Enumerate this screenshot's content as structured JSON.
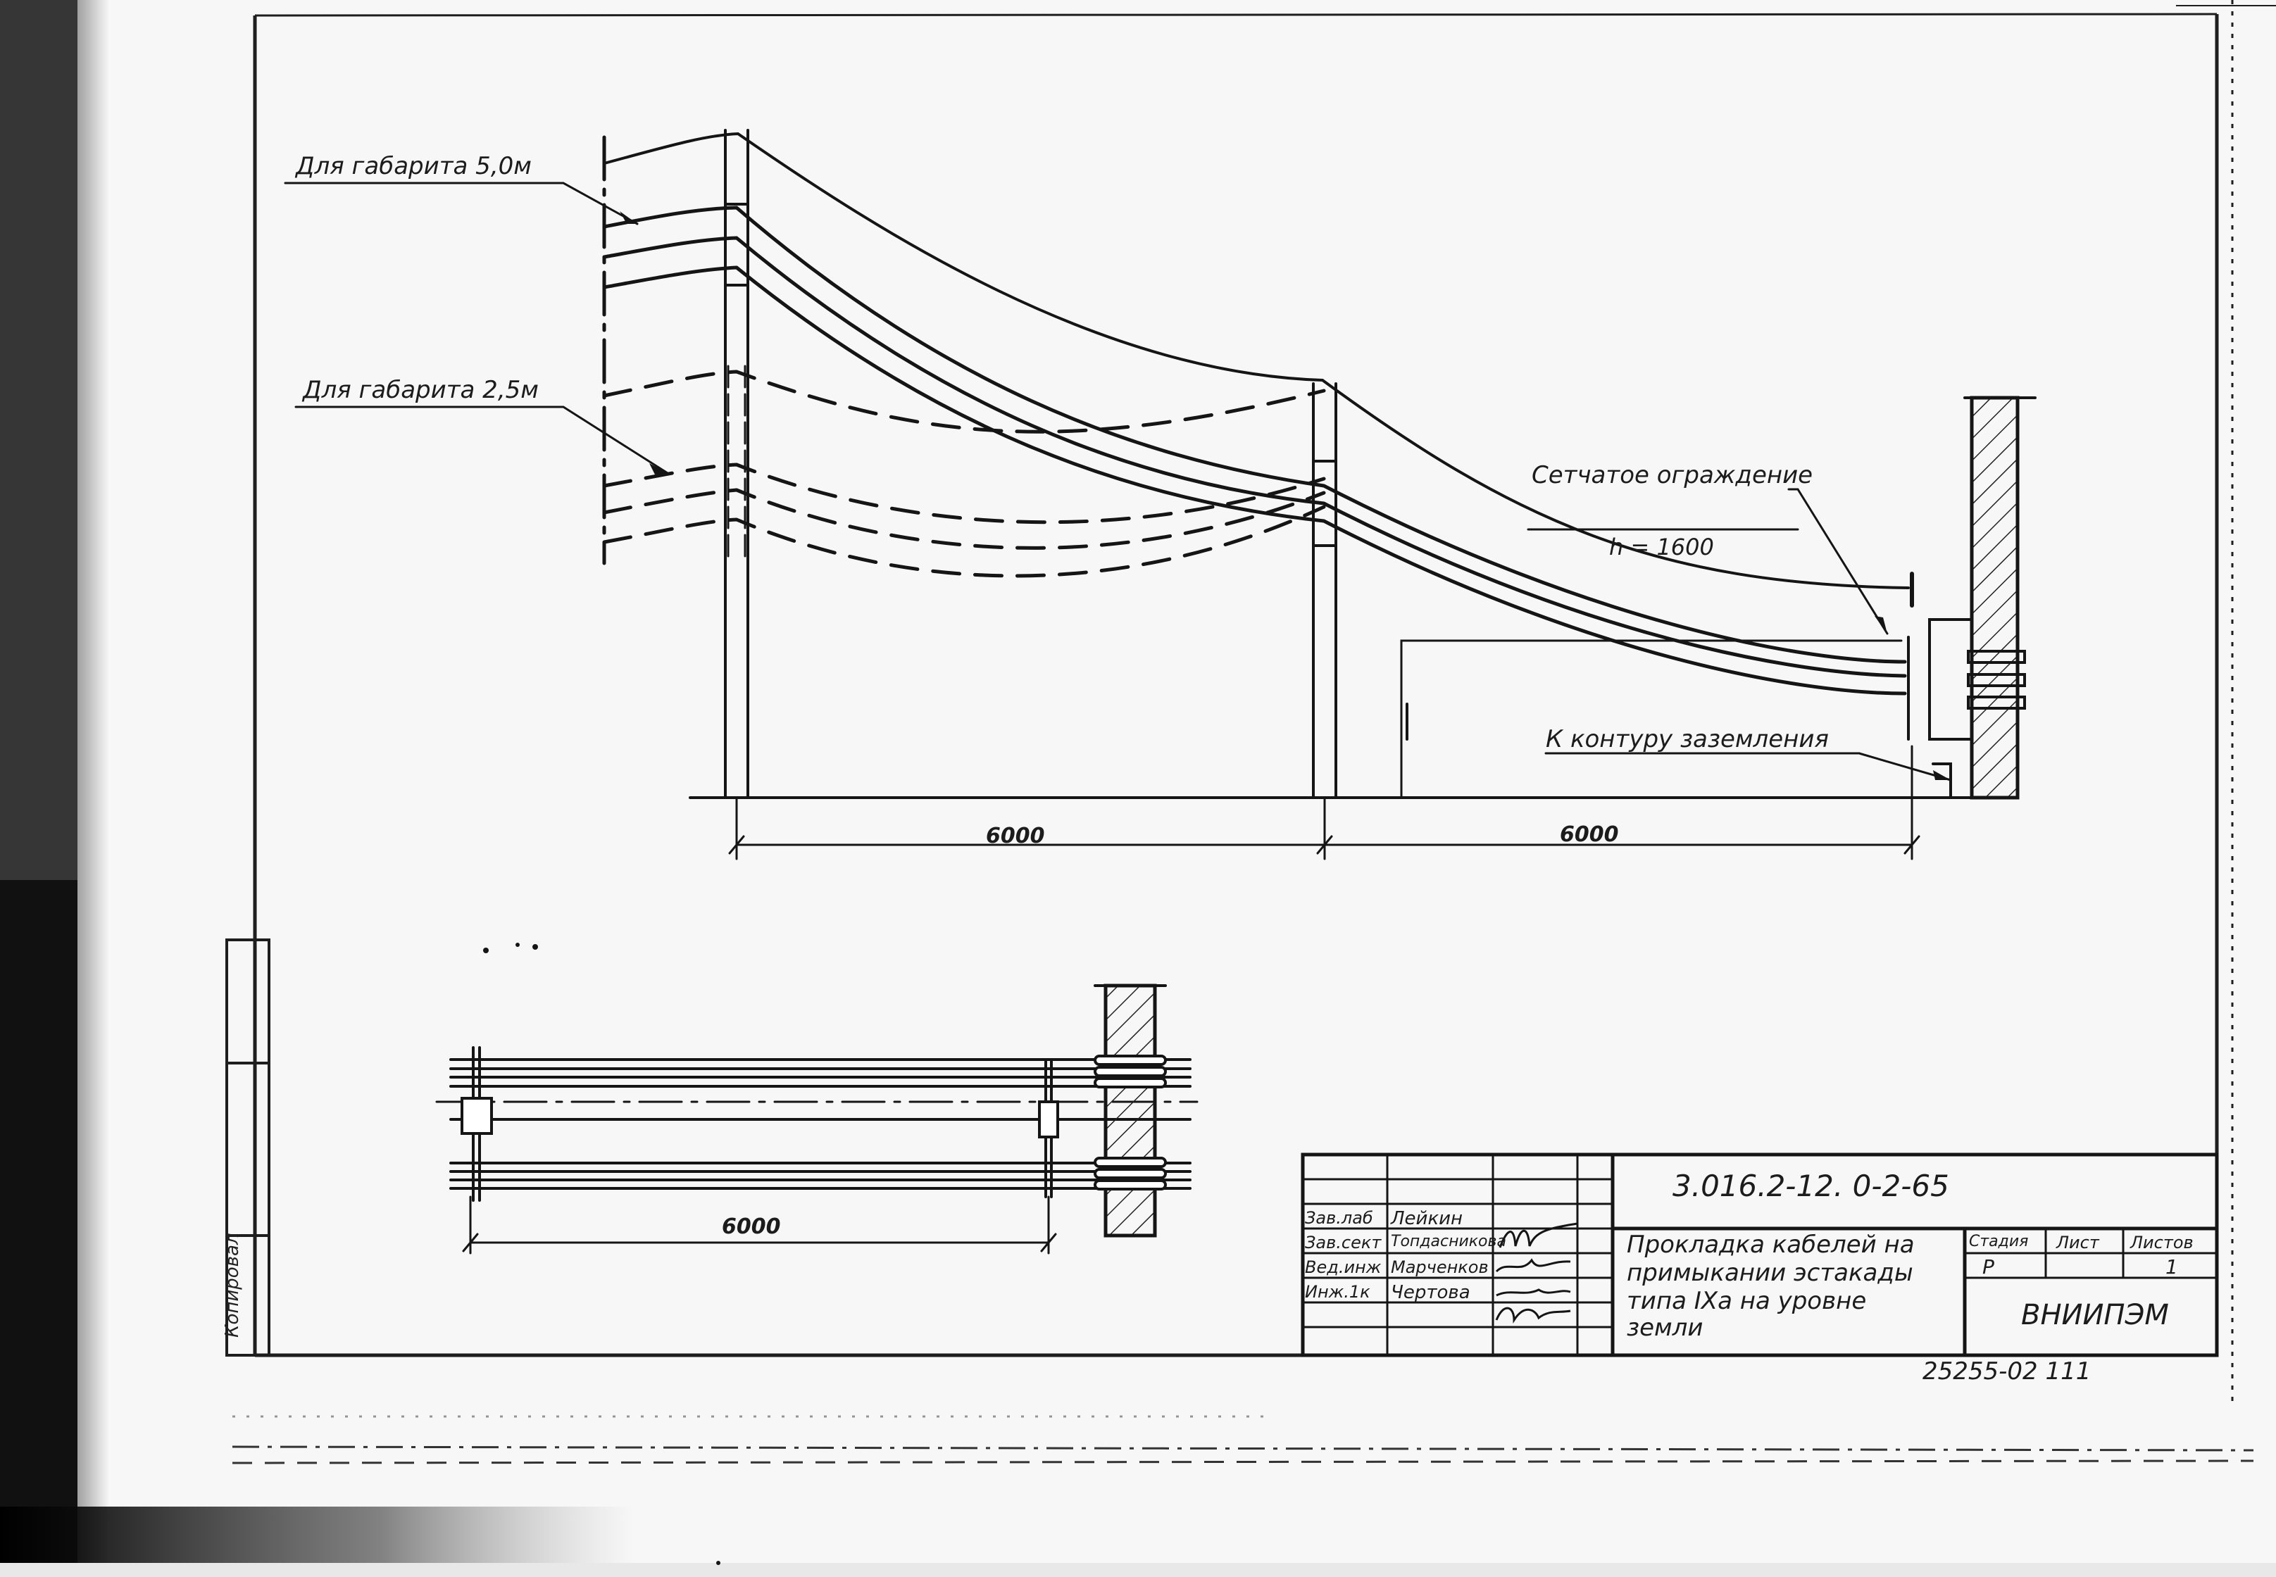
{
  "labels": {
    "gabarit_5": "Для габарита 5,0м",
    "gabarit_25": "Для габарита 2,5м",
    "fence_title": "Сетчатое ограждение",
    "fence_h": "h = 1600",
    "ground": "К контуру заземления"
  },
  "dimensions": {
    "elev_left": "6000",
    "elev_right": "6000",
    "plan": "6000"
  },
  "title_block": {
    "code": "3.016.2-12. 0-2-65",
    "description": [
      "Прокладка кабелей на",
      "примыкании эстакады",
      "типа IXа на уровне",
      "земли"
    ],
    "stage_header": "Стадия",
    "sheet_header": "Лист",
    "sheets_header": "Листов",
    "stage": "Р",
    "sheets": "1",
    "org": "ВНИИПЭМ",
    "staff": [
      {
        "role": "Зав.лаб",
        "name": "Лейкин"
      },
      {
        "role": "Зав.сект",
        "name": "Топдасникова"
      },
      {
        "role": "Вед.инж",
        "name": "Марченков"
      },
      {
        "role": "Инж.1к",
        "name": "Чертова"
      }
    ]
  },
  "inventory": "25255-02 111",
  "side_stamp": "Копировал"
}
